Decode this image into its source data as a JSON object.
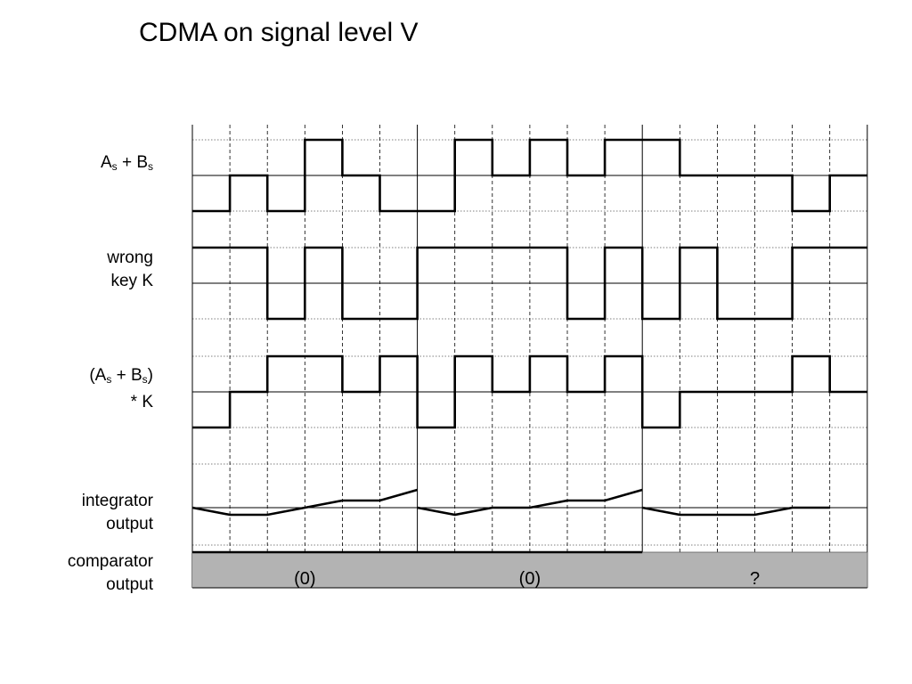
{
  "title": "CDMA on signal level V",
  "rows": {
    "sum": {
      "label_a": "A",
      "label_sub_a": "s",
      "label_plus": " + B",
      "label_sub_b": "s"
    },
    "key": {
      "label_line1": "wrong",
      "label_line2": "key K"
    },
    "product": {
      "label_open": "(A",
      "label_sub_a": "s",
      "label_plus": " + B",
      "label_sub_b": "s",
      "label_close": ")",
      "label_line2": "* K"
    },
    "integrator": {
      "label_line1": "integrator",
      "label_line2": "output"
    },
    "comparator": {
      "label_line1": "comparator",
      "label_line2": "output"
    }
  },
  "comparator_outputs": [
    "(0)",
    "(0)",
    "?"
  ],
  "signals": {
    "sum": [
      -1,
      0,
      -1,
      1,
      0,
      -1,
      -1,
      1,
      0,
      1,
      0,
      1,
      1,
      0,
      0,
      0,
      -1,
      0
    ],
    "key": [
      1,
      1,
      -1,
      1,
      -1,
      -1,
      1,
      1,
      1,
      1,
      -1,
      1,
      -1,
      1,
      -1,
      -1,
      1,
      1
    ],
    "product": [
      -1,
      0,
      1,
      1,
      0,
      1,
      -1,
      1,
      0,
      1,
      0,
      1,
      -1,
      0,
      0,
      0,
      1,
      0
    ],
    "integrator": [
      0,
      -0.2,
      -0.2,
      0,
      0.2,
      0.2,
      0.5,
      0,
      -0.2,
      0,
      0,
      0.2,
      0.2,
      0.5,
      0,
      -0.2,
      -0.2,
      -0.2,
      0,
      0
    ]
  },
  "chips_per_bit": 6,
  "bits": 3,
  "colors": {
    "line": "#000000",
    "grid": "#555555",
    "comparator_fill": "#b3b3b3"
  }
}
